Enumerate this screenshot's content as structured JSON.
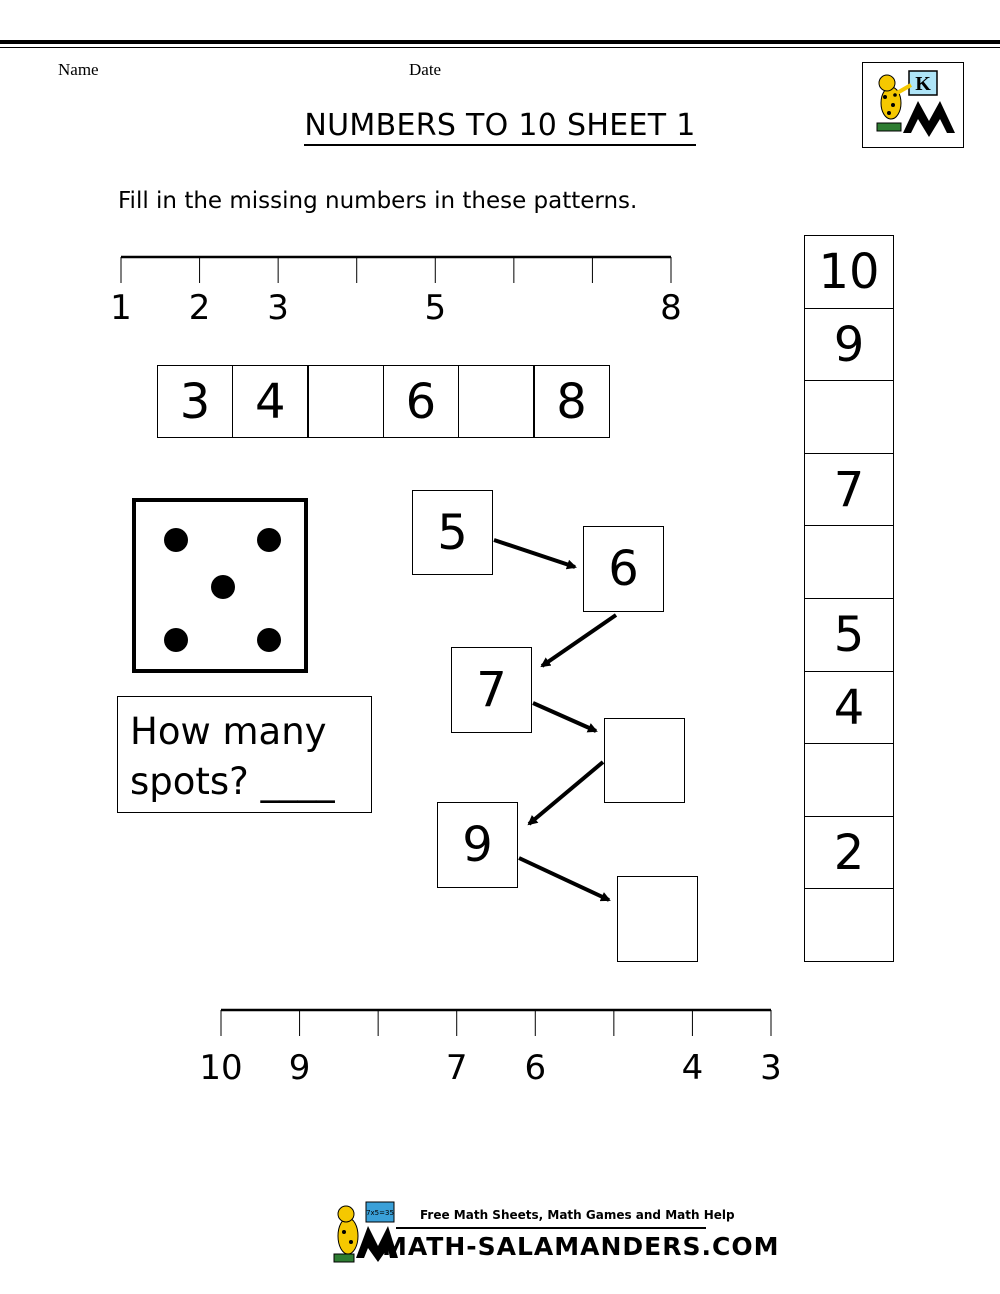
{
  "header": {
    "name_label": "Name",
    "date_label": "Date",
    "grade_badge": "K"
  },
  "title": "NUMBERS TO 10 SHEET 1",
  "instruction": "Fill in the missing numbers in these patterns.",
  "number_line_top": {
    "labels": [
      "1",
      "2",
      "3",
      "",
      "5",
      "",
      "",
      "8"
    ]
  },
  "row_boxes": [
    "3",
    "4",
    "",
    "6",
    "",
    "8"
  ],
  "dice": {
    "spots": 5
  },
  "question": {
    "line1": "How many",
    "line2": "spots? ____"
  },
  "chain": [
    "5",
    "6",
    "7",
    "",
    "9",
    ""
  ],
  "column_boxes": [
    "10",
    "9",
    "",
    "7",
    "",
    "5",
    "4",
    "",
    "2",
    ""
  ],
  "number_line_bottom": {
    "labels": [
      "10",
      "9",
      "",
      "7",
      "6",
      "",
      "4",
      "3"
    ]
  },
  "footer": {
    "tagline": "Free Math Sheets, Math Games and Math Help",
    "brand": "MATH-SALAMANDERS.COM",
    "logo_text": "7x5=35"
  },
  "colors": {
    "ink": "#000000",
    "logo_green": "#2e7d32",
    "logo_yellow": "#f5c800",
    "logo_blue": "#3aa0d8"
  }
}
